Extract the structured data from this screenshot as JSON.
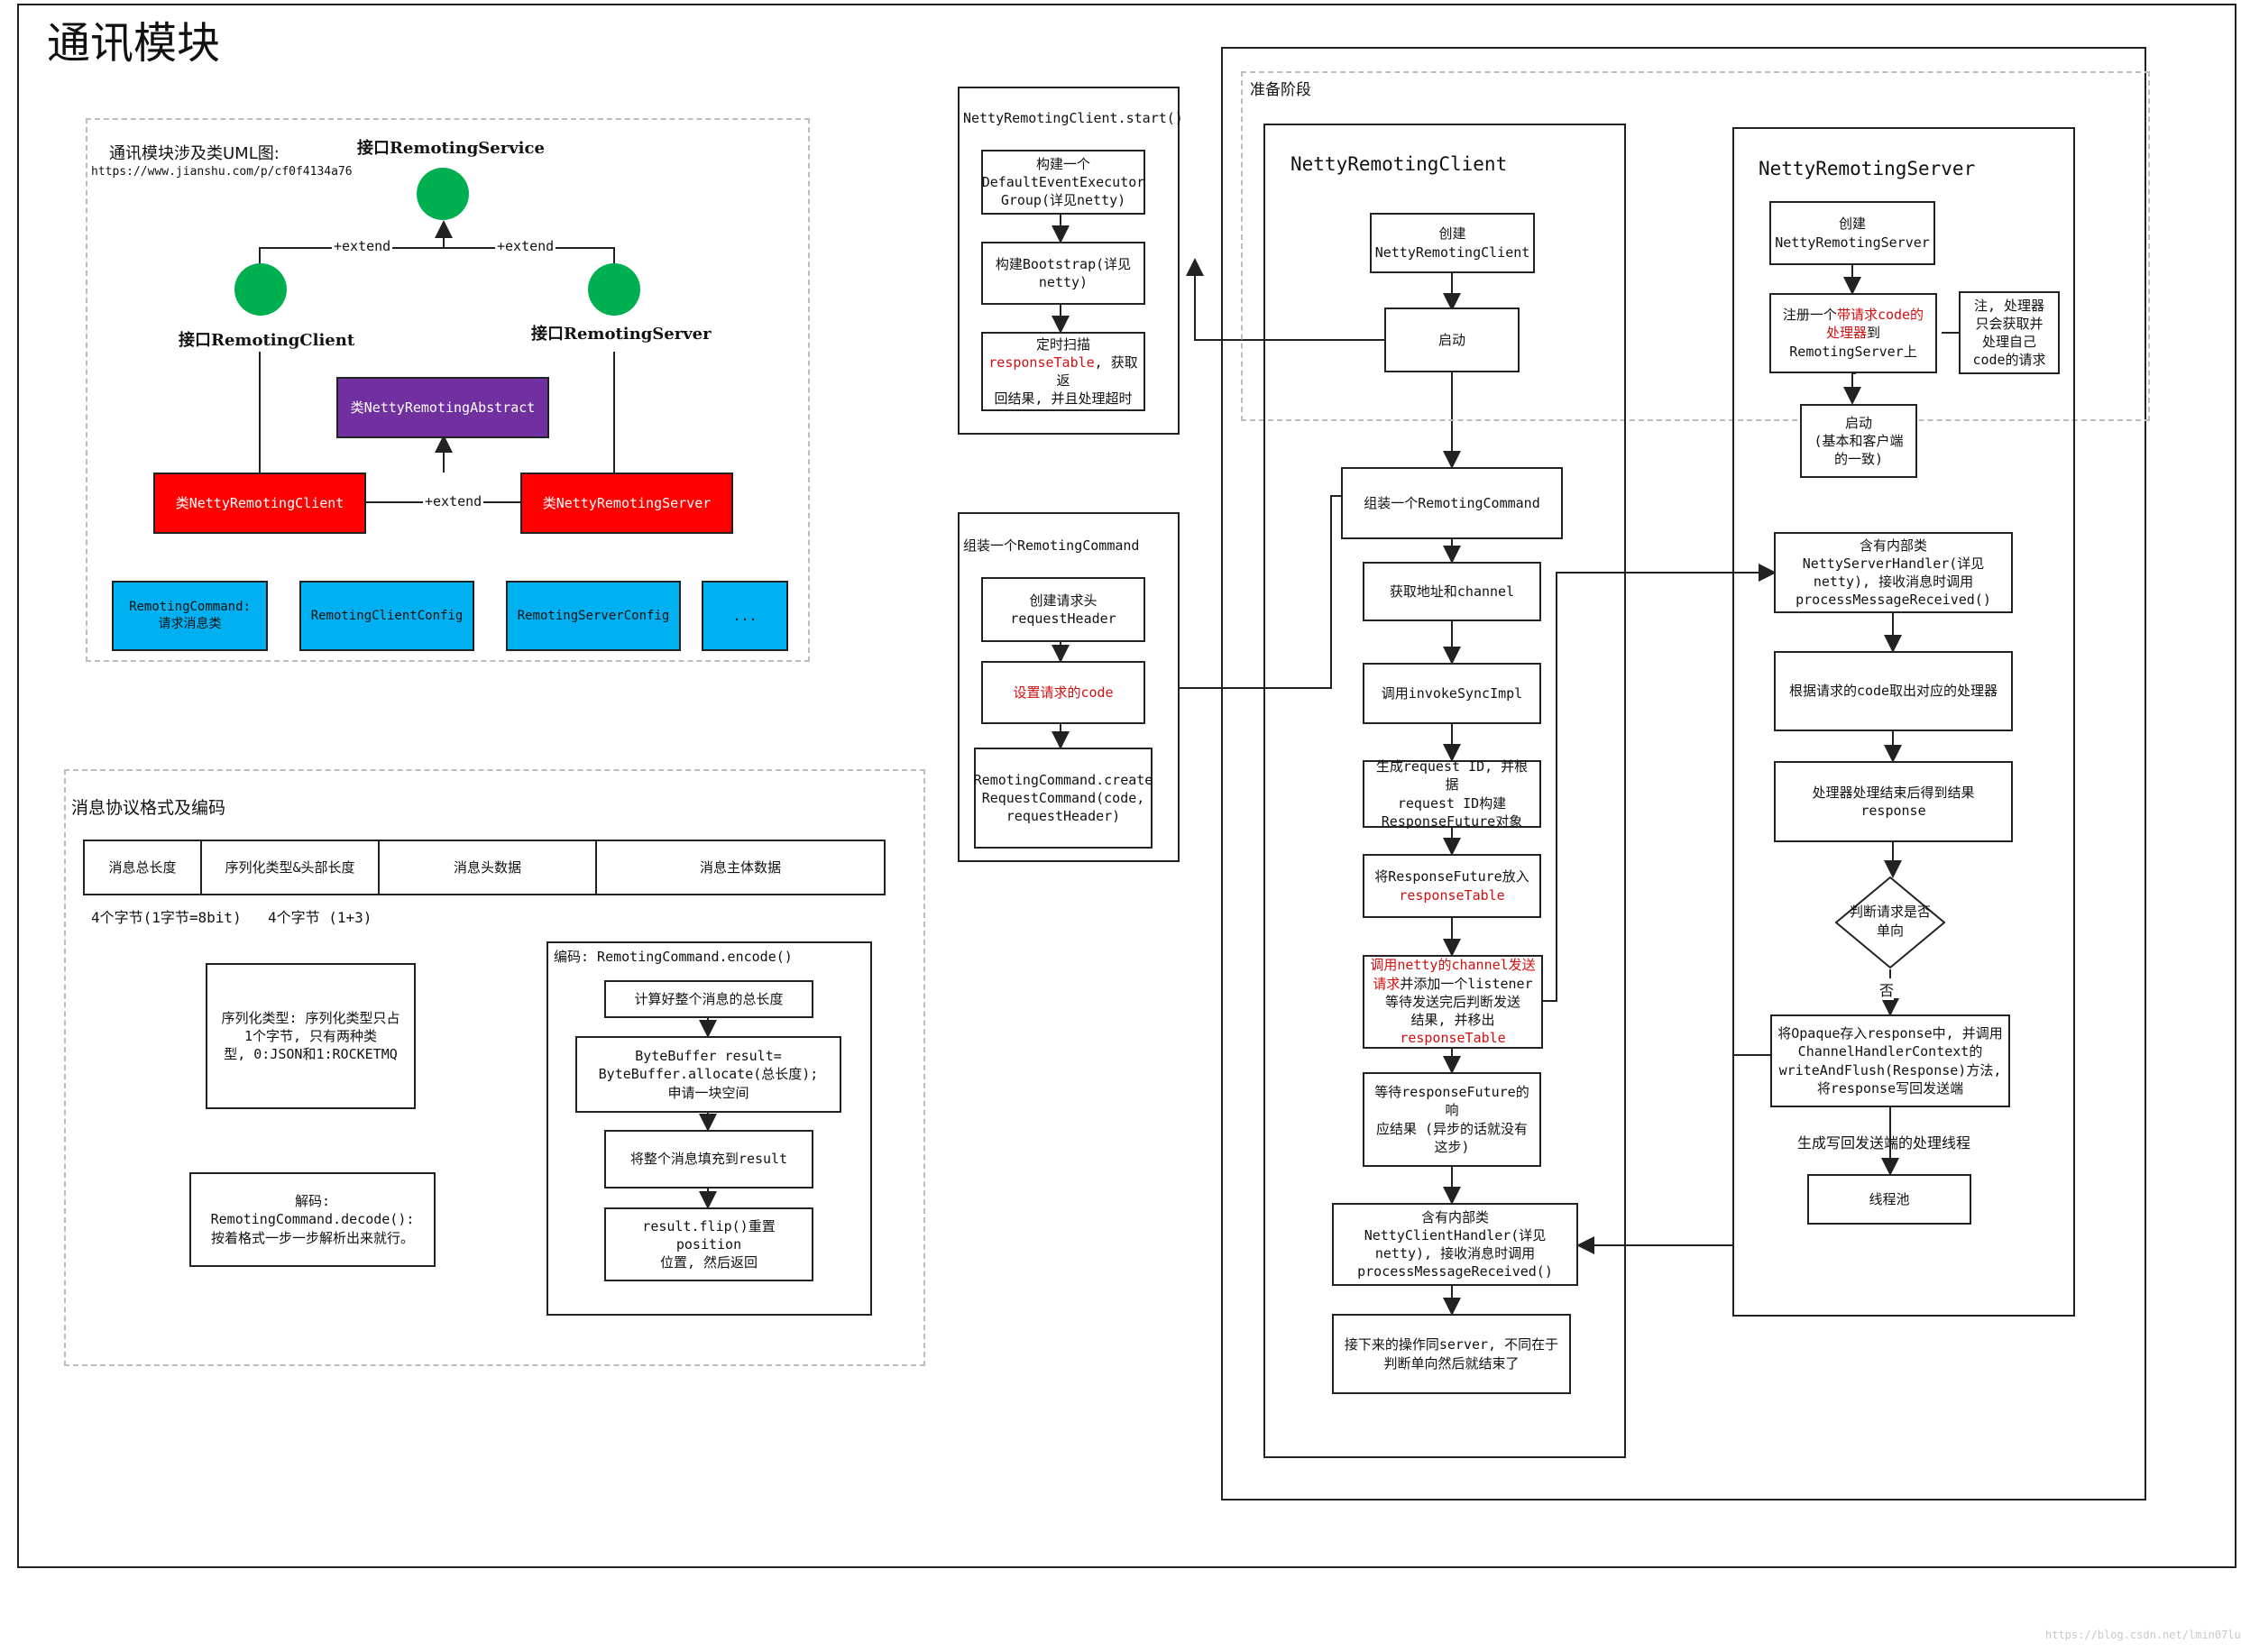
{
  "page_title": "通讯模块",
  "uml": {
    "caption": "通讯模块涉及类UML图:",
    "url": "https://www.jianshu.com/p/cf0f4134a76",
    "remoting_service": "接口RemotingService",
    "remoting_client": "接口RemotingClient",
    "remoting_server": "接口RemotingServer",
    "netty_abstract": "类NettyRemotingAbstract",
    "netty_client": "类NettyRemotingClient",
    "netty_server": "类NettyRemotingServer",
    "extend1": "+extend",
    "extend2": "+extend",
    "extend3": "+extend",
    "cmd": "RemotingCommand:\n请求消息类",
    "client_config": "RemotingClientConfig",
    "server_config": "RemotingServerConfig",
    "more": "...",
    "colors": {
      "green": "#00b050",
      "purple": "#7030a0",
      "red": "#ff0000",
      "blue": "#00b0f0"
    }
  },
  "protocol": {
    "title": "消息协议格式及编码",
    "cells": [
      "消息总长度",
      "序列化类型&头部长度",
      "消息头数据",
      "消息主体数据"
    ],
    "note1": "4个字节(1字节=8bit)",
    "note2": "4个字节 (1+3)",
    "serial_note": "序列化类型: 序列化类型只占\n1个字节, 只有两种类\n型, 0:JSON和1:ROCKETMQ",
    "decode_note": "解码: RemotingCommand.decode():\n按着格式一步一步解析出来就行。",
    "encode_title": "编码: RemotingCommand.encode()",
    "encode_steps": [
      "计算好整个消息的总长度",
      "ByteBuffer result=\nByteBuffer.allocate(总长度);\n申请一块空间",
      "将整个消息填充到result",
      "result.flip()重置position\n位置, 然后返回"
    ]
  },
  "client_start": {
    "title": "NettyRemotingClient.start()",
    "steps": [
      "构建一个\nDefaultEventExecutor\nGroup(详见netty)",
      "构建Bootstrap(详见\nnetty)"
    ],
    "step3_a": "定时扫描\n",
    "step3_red": "responseTable",
    "step3_b": ", 获取返\n回结果, 并且处理超时"
  },
  "assemble": {
    "title": "组装一个RemotingCommand",
    "step1": "创建请求头\nrequestHeader",
    "step2": "设置请求的code",
    "step3": "RemotingCommand.create\nRequestCommand(code,\nrequestHeader)"
  },
  "prep_label": "准备阶段",
  "client": {
    "title": "NettyRemotingClient",
    "create": "创建\nNettyRemotingClient",
    "start": "启动",
    "assemble": "组装一个RemotingCommand",
    "addr": "获取地址和channel",
    "invoke": "调用invokeSyncImpl",
    "gen": "生成request ID, 并根据\nrequest ID构建\nResponseFuture对象",
    "put_a": "将ResponseFuture放入\n",
    "put_red": "responseTable",
    "send_red": "调用netty的channel发送\n请求",
    "send_b": "并添加一个listener\n等待发送完后判断发送\n结果, 并移出\n",
    "send_red2": "responseTable",
    "wait": "等待responseFuture的响\n应结果 (异步的话就没有\n这步)",
    "handler": "含有内部类\nNettyClientHandler(详见\nnetty), 接收消息时调用\nprocessMessageReceived()",
    "next": "接下来的操作同server, 不同在于\n判断单向然后就结束了"
  },
  "server": {
    "title": "NettyRemotingServer",
    "create": "创建\nNettyRemotingServer",
    "reg_a": "注册一个",
    "reg_red": "带请求code的\n处理器",
    "reg_b": "到\nRemotingServer上",
    "note": "注, 处理器\n只会获取并\n处理自己\ncode的请求",
    "start": "启动\n(基本和客户端\n的一致)",
    "handler": "含有内部类\nNettyServerHandler(详见\nnetty), 接收消息时调用\nprocessMessageReceived()",
    "get_proc": "根据请求的code取出对应的处理器",
    "proc_done": "处理器处理结束后得到结果\nresponse",
    "oneway": "判断请求是否\n单向",
    "no": "否",
    "write": "将Opaque存入response中, 并调用\nChannelHandlerContext的\nwriteAndFlush(Response)方法,\n将response写回发送端",
    "pool_label": "生成写回发送端的处理线程",
    "pool": "线程池"
  },
  "watermark": "https://blog.csdn.net/lmin07lu"
}
